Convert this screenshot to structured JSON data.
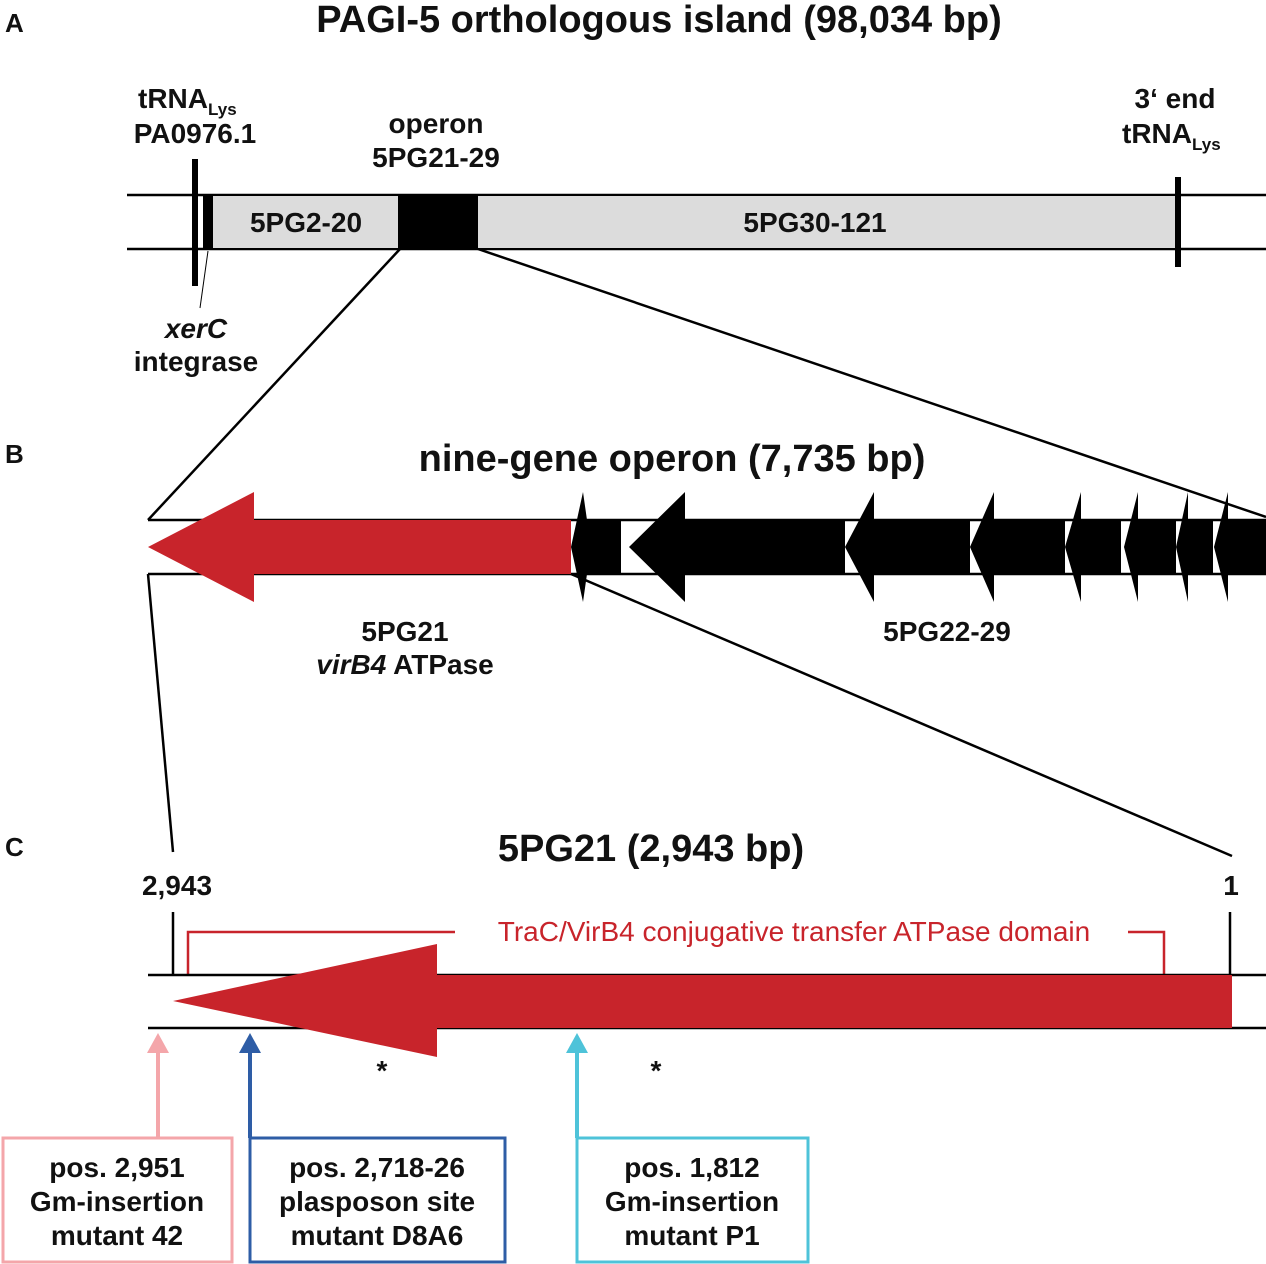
{
  "panels": {
    "a": {
      "label": "A",
      "title": "PAGI-5 orthologous island (98,034 bp)",
      "trna_left_main": "tRNA",
      "trna_left_sub": "Lys",
      "trna_left_id": "PA0976.1",
      "operon_line1": "operon",
      "operon_line2": "5PG21-29",
      "right_line1": "3‘ end",
      "right_main": "tRNA",
      "right_sub": "Lys",
      "block_left": "5PG2-20",
      "block_right": "5PG30-121",
      "xerc_gene": "xerC",
      "xerc_desc": "integrase"
    },
    "b": {
      "label": "B",
      "title": "nine-gene operon (7,735 bp)",
      "gene_id": "5PG21",
      "gene_name": "virB4",
      "gene_desc": " ATPase",
      "others": "5PG22-29"
    },
    "c": {
      "label": "C",
      "title": "5PG21 (2,943 bp)",
      "pos_left": "2,943",
      "pos_right": "1",
      "domain": "TraC/VirB4 conjugative transfer ATPase domain",
      "asterisk1": "*",
      "asterisk2": "*",
      "mutants": [
        {
          "line1": "pos. 2,951",
          "line2": "Gm-insertion",
          "line3": "mutant 42",
          "color": "#f4a6aa"
        },
        {
          "line1": "pos. 2,718-26",
          "line2": "plasposon site",
          "line3": "mutant D8A6",
          "color": "#2e5da6"
        },
        {
          "line1": "pos. 1,812",
          "line2": "Gm-insertion",
          "line3": "mutant P1",
          "color": "#4ec3d9"
        }
      ]
    }
  },
  "colors": {
    "red": "#c8242b",
    "black": "#000000",
    "grey_block": "#dcdcdc"
  }
}
